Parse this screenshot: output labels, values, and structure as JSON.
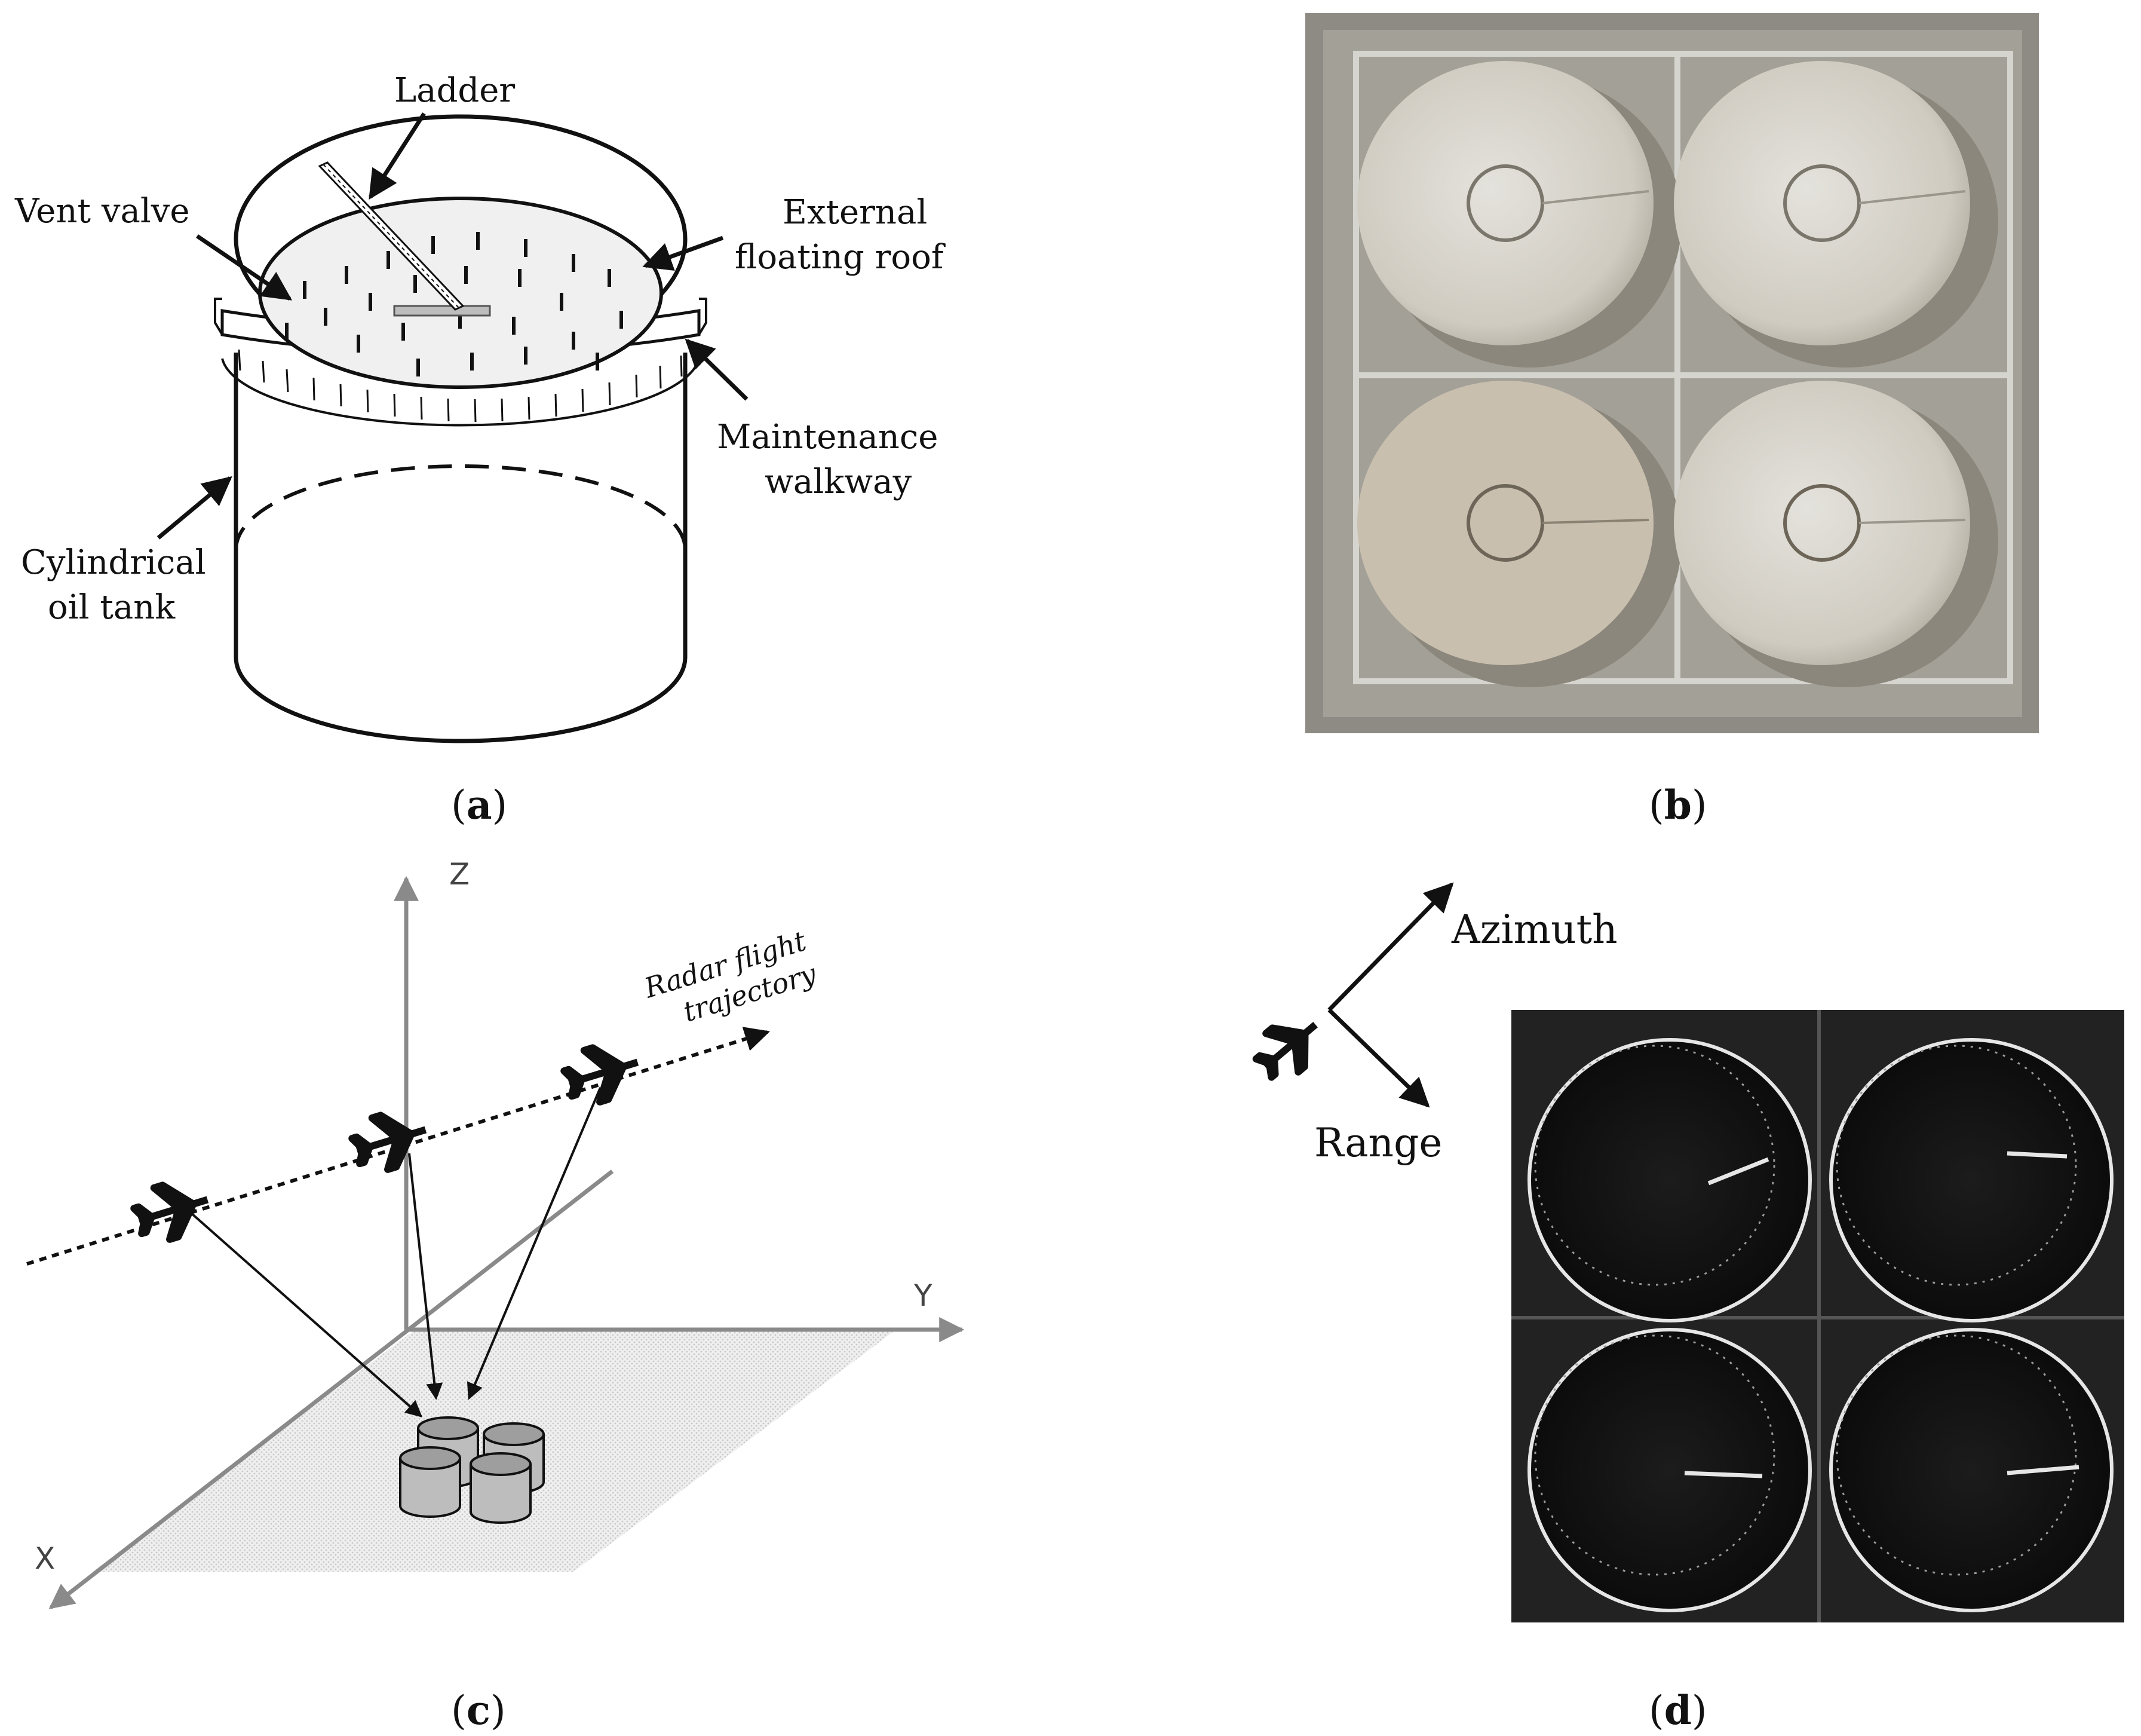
{
  "panel_a": {
    "labels": {
      "ladder": "Ladder",
      "vent_valve": "Vent valve",
      "external_line1": "External",
      "external_line2": "floating roof",
      "maintenance_line1": "Maintenance",
      "maintenance_line2": "walkway",
      "cylindrical_line1": "Cylindrical",
      "cylindrical_line2": "oil tank"
    },
    "caption": "a"
  },
  "panel_b": {
    "caption": "b",
    "description_image": "aerial-photo-four-tanks"
  },
  "panel_c": {
    "axes": {
      "z": "Z",
      "y": "Y",
      "x": "X"
    },
    "trajectory_line1": "Radar flight",
    "trajectory_line2": "trajectory",
    "caption": "c"
  },
  "panel_d": {
    "azimuth": "Azimuth",
    "range": "Range",
    "caption": "d"
  },
  "colors": {
    "ink": "#111111",
    "axis_gray": "#8a8a8a",
    "roof_fill": "#f0f0f0",
    "tank_gray": "#bdbdbd"
  }
}
